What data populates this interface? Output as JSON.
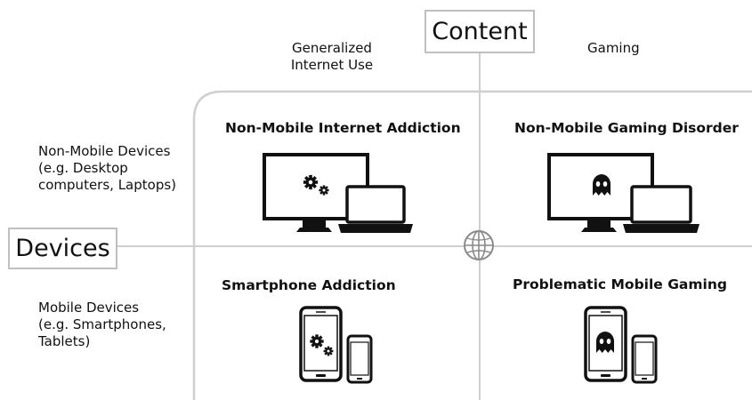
{
  "axes": {
    "content_label": "Content",
    "devices_label": "Devices"
  },
  "columns": {
    "general": "Generalized\nInternet Use",
    "gaming": "Gaming"
  },
  "rows": {
    "non_mobile": "Non-Mobile Devices\n(e.g. Desktop\ncomputers, Laptops)",
    "mobile": "Mobile Devices\n(e.g. Smartphones,\nTablets)"
  },
  "quadrants": {
    "top_left": "Non-Mobile Internet Addiction",
    "top_right": "Non-Mobile Gaming Disorder",
    "bottom_left": "Smartphone Addiction",
    "bottom_right": "Problematic Mobile Gaming"
  },
  "icons": {
    "computer_gears": "desktop-laptop-gears-icon",
    "computer_ghost": "desktop-laptop-ghost-icon",
    "phone_gears": "smartphone-tablet-gears-icon",
    "phone_ghost": "smartphone-tablet-ghost-icon",
    "center": "globe-icon"
  }
}
